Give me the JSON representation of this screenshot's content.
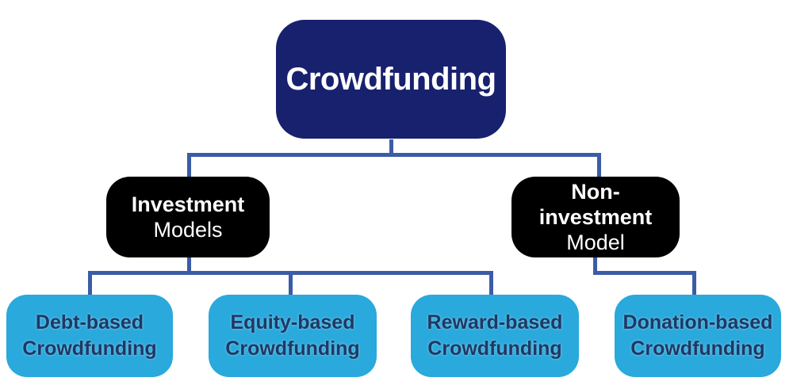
{
  "diagram": {
    "root": {
      "label": "Crowdfunding"
    },
    "branches": [
      {
        "line1": "Investment",
        "line2": "Models"
      },
      {
        "line1": "Non-investment",
        "line2": "Model"
      }
    ],
    "leaves": [
      {
        "line1": "Debt-based",
        "line2": "Crowdfunding"
      },
      {
        "line1": "Equity-based",
        "line2": "Crowdfunding"
      },
      {
        "line1": "Reward-based",
        "line2": "Crowdfunding"
      },
      {
        "line1": "Donation-based",
        "line2": "Crowdfunding"
      }
    ],
    "colors": {
      "background": "#FFFFFF",
      "root_bg": "#18216E",
      "root_text": "#FFFFFF",
      "branch_bg": "#000000",
      "branch_text": "#FFFFFF",
      "leaf_bg": "#29A9DC",
      "leaf_text": "#1F3864",
      "connector": "#3B5CA6"
    }
  }
}
